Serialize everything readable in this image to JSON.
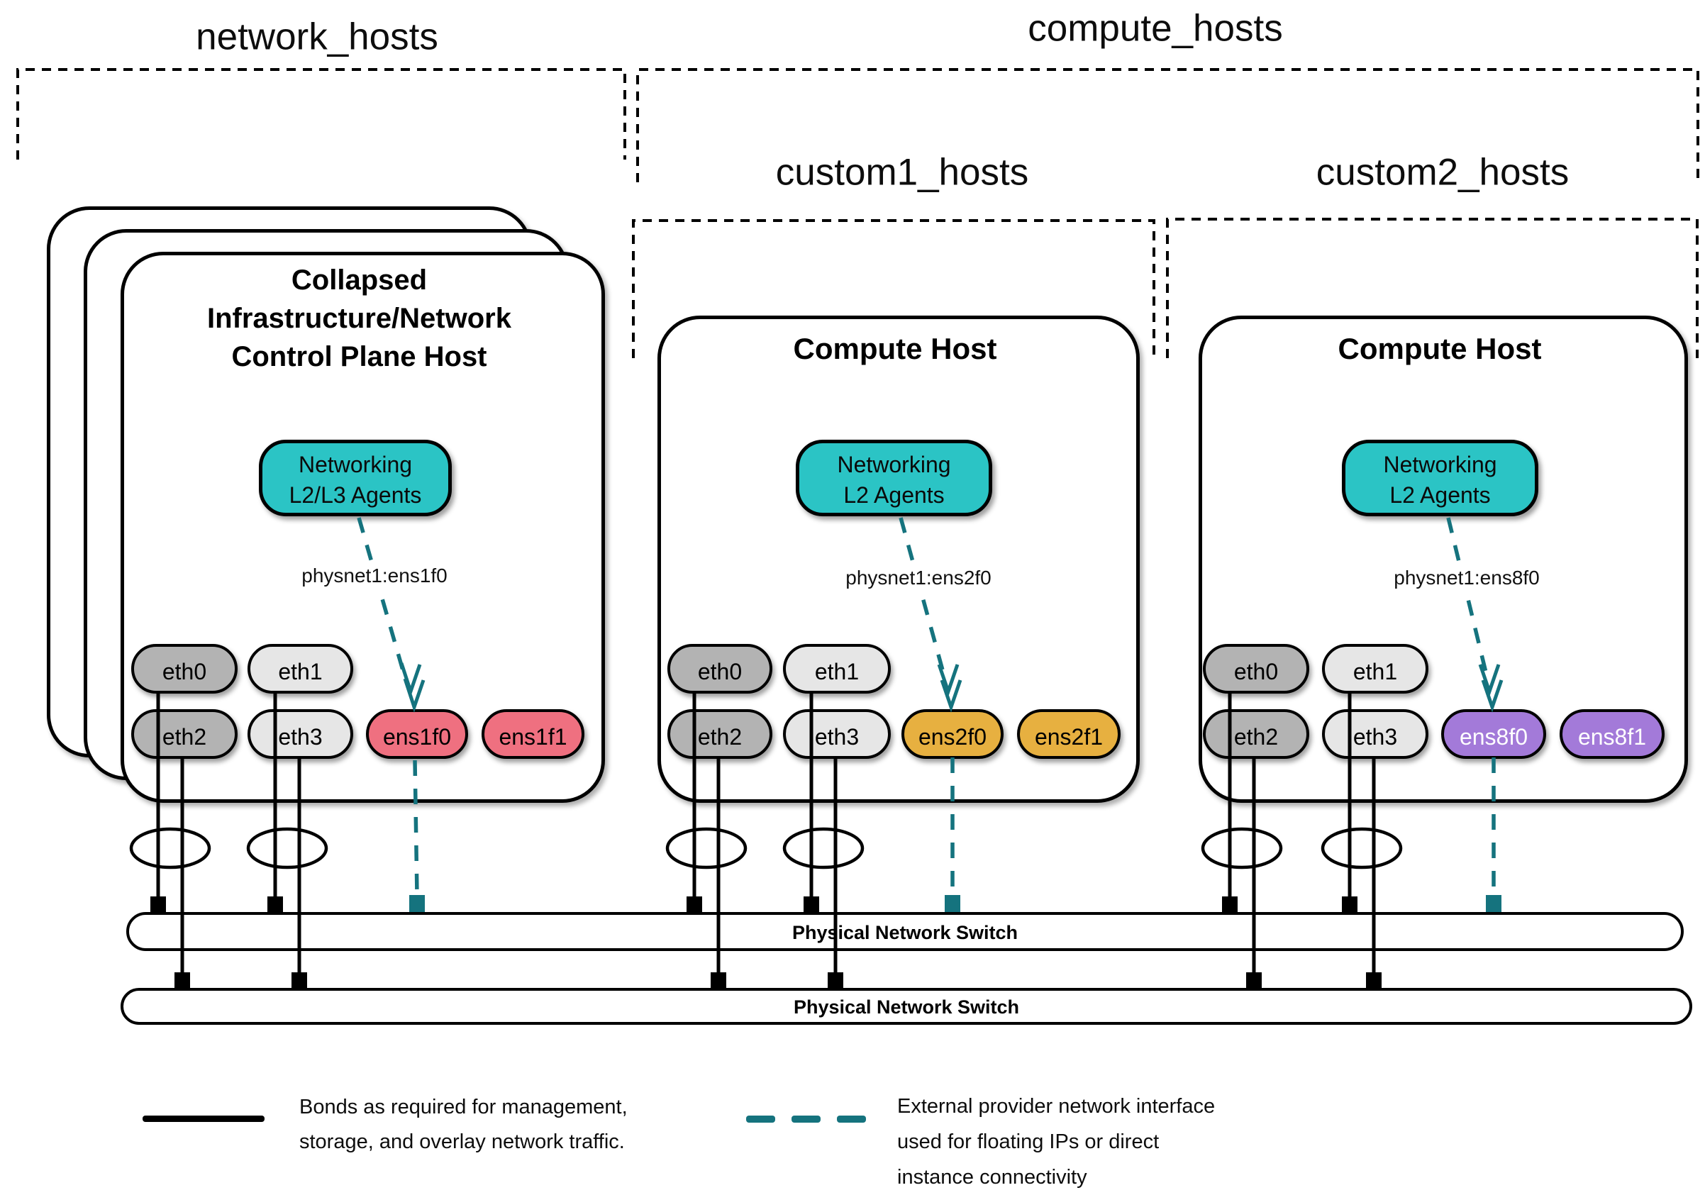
{
  "groups": [
    {
      "id": "network_hosts",
      "label": "network_hosts"
    },
    {
      "id": "compute_hosts",
      "label": "compute_hosts"
    },
    {
      "id": "custom1_hosts",
      "label": "custom1_hosts"
    },
    {
      "id": "custom2_hosts",
      "label": "custom2_hosts"
    }
  ],
  "hosts": [
    {
      "title_lines": [
        "Collapsed",
        "Infrastructure/Network",
        "Control Plane Host"
      ],
      "agent_lines": [
        "Networking",
        "L2/L3 Agents"
      ],
      "physnet": "physnet1:ens1f0",
      "nics": [
        "eth0",
        "eth1",
        "eth2",
        "eth3",
        "ens1f0",
        "ens1f1"
      ],
      "stacked": true
    },
    {
      "title_lines": [
        "Compute Host"
      ],
      "agent_lines": [
        "Networking",
        "L2 Agents"
      ],
      "physnet": "physnet1:ens2f0",
      "nics": [
        "eth0",
        "eth1",
        "eth2",
        "eth3",
        "ens2f0",
        "ens2f1"
      ],
      "stacked": false
    },
    {
      "title_lines": [
        "Compute Host"
      ],
      "agent_lines": [
        "Networking",
        "L2 Agents"
      ],
      "physnet": "physnet1:ens8f0",
      "nics": [
        "eth0",
        "eth1",
        "eth2",
        "eth3",
        "ens8f0",
        "ens8f1"
      ],
      "stacked": false
    }
  ],
  "switches": [
    {
      "label": "Physical Network Switch"
    },
    {
      "label": "Physical Network Switch"
    }
  ],
  "legend": {
    "bond_lines": [
      "Bonds as required for management,",
      "storage, and overlay network traffic."
    ],
    "external_lines": [
      "External provider network interface",
      "used for floating IPs or direct",
      "instance connectivity"
    ]
  },
  "colors": {
    "agent_teal_fill": "#2bc4c5",
    "provider_line_teal": "#15737e",
    "ens1_pink": "#ef7080",
    "ens2_gold": "#e7b040",
    "ens8_purple": "#a37ad9",
    "nic_gray_dark": "#b3b3b3",
    "nic_gray_light": "#e6e6e6",
    "line_black": "#000000"
  }
}
